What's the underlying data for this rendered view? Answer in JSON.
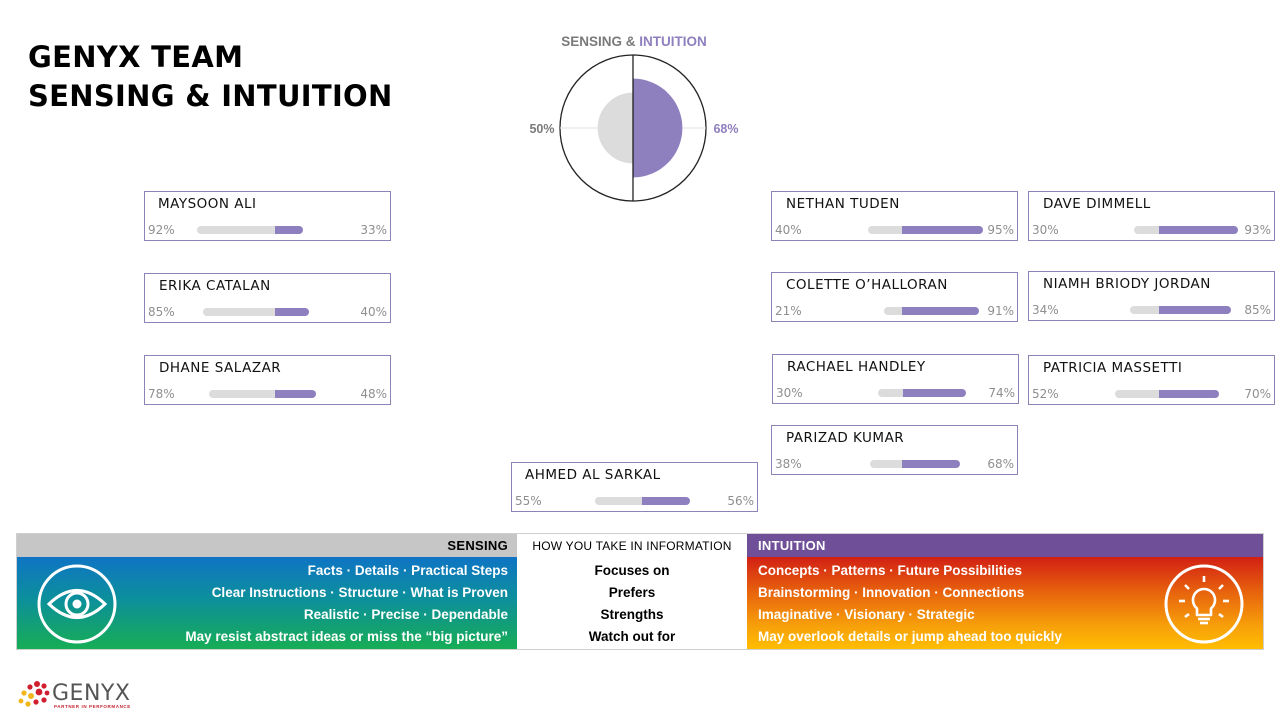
{
  "title": {
    "line1": "GENYX TEAM",
    "line2": "SENSING & INTUITION"
  },
  "gauge": {
    "label_sensing": "SENSING",
    "label_amp": " & ",
    "label_intuition": "INTUITION",
    "sensing_pct": 50,
    "intuition_pct": 68,
    "sensing_text": "50%",
    "intuition_text": "68%",
    "color_sensing": "#dcdcdc",
    "color_intuition": "#8e7fbf"
  },
  "chart_data": {
    "type": "bar",
    "categories": [
      "MAYSOON ALI",
      "ERIKA CATALAN",
      "DHANE SALAZAR",
      "AHMED AL SARKAL",
      "NETHAN TUDEN",
      "COLETTE O’HALLORAN",
      "RACHAEL HANDLEY",
      "PARIZAD KUMAR",
      "DAVE DIMMELL",
      "NIAMH BRIODY JORDAN",
      "PATRICIA MASSETTI"
    ],
    "series": [
      {
        "values": [
          92,
          85,
          78,
          55,
          40,
          21,
          30,
          38,
          30,
          34,
          52
        ]
      },
      {
        "values": [
          33,
          40,
          48,
          56,
          95,
          91,
          74,
          68,
          93,
          85,
          70
        ]
      }
    ],
    "value_range": [
      0,
      100
    ]
  },
  "members": [
    {
      "name": "MAYSOON ALI",
      "s": 92,
      "i": 33,
      "s_text": "92%",
      "i_text": "33%"
    },
    {
      "name": "ERIKA CATALAN",
      "s": 85,
      "i": 40,
      "s_text": "85%",
      "i_text": "40%"
    },
    {
      "name": "DHANE SALAZAR",
      "s": 78,
      "i": 48,
      "s_text": "78%",
      "i_text": "48%"
    },
    {
      "name": "AHMED AL SARKAL",
      "s": 55,
      "i": 56,
      "s_text": "55%",
      "i_text": "56%"
    },
    {
      "name": "NETHAN TUDEN",
      "s": 40,
      "i": 95,
      "s_text": "40%",
      "i_text": "95%"
    },
    {
      "name": "COLETTE O’HALLORAN",
      "s": 21,
      "i": 91,
      "s_text": "21%",
      "i_text": "91%"
    },
    {
      "name": "RACHAEL HANDLEY",
      "s": 30,
      "i": 74,
      "s_text": "30%",
      "i_text": "74%"
    },
    {
      "name": "PARIZAD KUMAR",
      "s": 38,
      "i": 68,
      "s_text": "38%",
      "i_text": "68%"
    },
    {
      "name": "DAVE DIMMELL",
      "s": 30,
      "i": 93,
      "s_text": "30%",
      "i_text": "93%"
    },
    {
      "name": "NIAMH BRIODY JORDAN",
      "s": 34,
      "i": 85,
      "s_text": "34%",
      "i_text": "85%"
    },
    {
      "name": "PATRICIA MASSETTI",
      "s": 52,
      "i": 70,
      "s_text": "52%",
      "i_text": "70%"
    }
  ],
  "legend": {
    "sensing_header": "SENSING",
    "middle_header": "HOW YOU TAKE IN INFORMATION",
    "intuition_header": "INTUITION",
    "sensing_rows": [
      "Facts · Details · Practical Steps",
      "Clear Instructions · Structure · What is Proven",
      "Realistic · Precise · Dependable",
      "May resist abstract ideas or miss the “big picture”"
    ],
    "middle_rows": [
      "Focuses on",
      "Prefers",
      "Strengths",
      "Watch out for"
    ],
    "intuition_rows": [
      "Concepts · Patterns · Future Possibilities",
      "Brainstorming · Innovation · Connections",
      "Imaginative · Visionary · Strategic",
      "May overlook details or jump ahead too quickly"
    ],
    "sensing_icon": "eye-icon",
    "intuition_icon": "lightbulb-icon",
    "color_sensing_header": "#c6c6c6",
    "color_intuition_header": "#6e4f98"
  },
  "logo": {
    "text": "GENYX",
    "tagline": "PARTNER IN PERFORMANCE",
    "icon": "genyx-dots-logo"
  }
}
